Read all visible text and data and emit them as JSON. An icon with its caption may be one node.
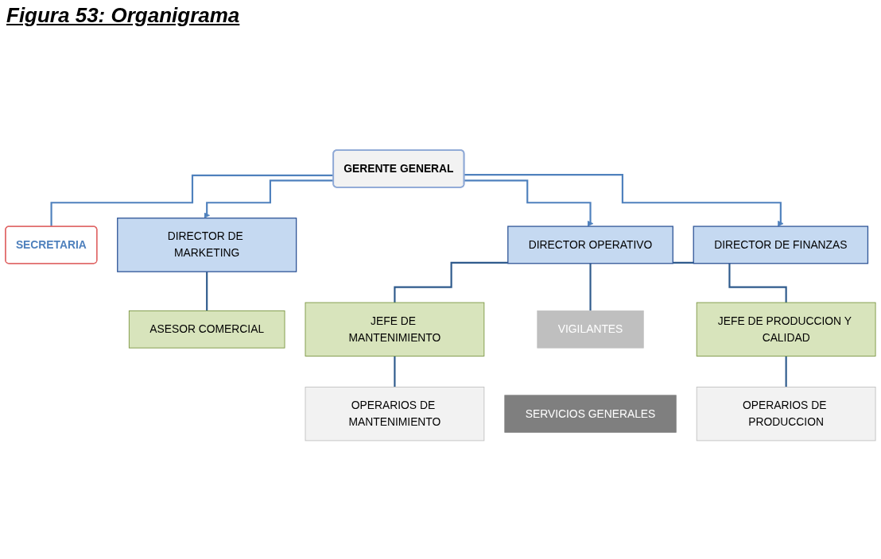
{
  "diagram": {
    "title": "Figura 53: Organigrama",
    "nodes": [
      {
        "text": [
          "GERENTE GENERAL"
        ]
      },
      {
        "text": [
          "SECRETARIA"
        ]
      },
      {
        "text": [
          "DIRECTOR DE MARKETING"
        ]
      },
      {
        "text": [
          "DIRECTOR OPERATIVO"
        ]
      },
      {
        "text": [
          "DIRECTOR DE FINANZAS"
        ]
      },
      {
        "text": [
          "ASESOR COMERCIAL"
        ]
      },
      {
        "text": [
          "JEFE DE MANTENIMIENTO"
        ]
      },
      {
        "text": [
          "JEFE DE PRODUCCION Y CALIDAD"
        ]
      },
      {
        "text": [
          "OPERARIOS DE MANTENIMIENTO"
        ]
      },
      {
        "text": [
          "VIGILANTES"
        ]
      },
      {
        "text": [
          "SERVICIOS GENERALES"
        ]
      },
      {
        "text": [
          "OPERARIOS DE PRODUCCION"
        ]
      }
    ],
    "edges": [
      {
        "from": 0,
        "to": 1,
        "arrow": "none",
        "color": "#4f81bd"
      },
      {
        "from": 0,
        "to": 2,
        "arrow": "to",
        "color": "#4f81bd"
      },
      {
        "from": 0,
        "to": 3,
        "arrow": "to",
        "color": "#4f81bd"
      },
      {
        "from": 0,
        "to": 4,
        "arrow": "to",
        "color": "#4f81bd"
      },
      {
        "from": 2,
        "to": 5,
        "arrow": "none"
      },
      {
        "from": 3,
        "to": 6,
        "arrow": "none"
      },
      {
        "from": 3,
        "to": 9,
        "arrow": "none"
      },
      {
        "from": 3,
        "to": 7,
        "arrow": "none"
      },
      {
        "from": 6,
        "to": 8,
        "arrow": "none"
      },
      {
        "from": 7,
        "to": 11,
        "arrow": "none"
      }
    ]
  }
}
